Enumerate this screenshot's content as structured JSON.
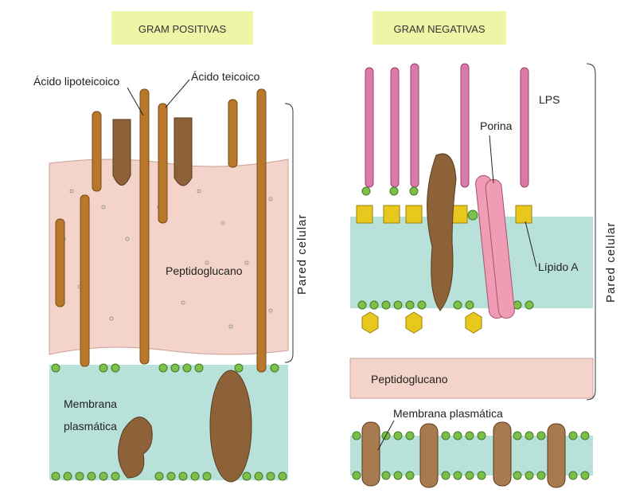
{
  "gram_positive": {
    "title": "GRAM POSITIVAS",
    "labels": {
      "lipoteichoic": "Ácido lipoteicoico",
      "teichoic": "Ácido teicoico",
      "peptidoglycan": "Peptidoglucano",
      "membrane_line1": "Membrana",
      "membrane_line2": "plasmática",
      "cell_wall": "Pared celular"
    }
  },
  "gram_negative": {
    "title": "GRAM NEGATIVAS",
    "labels": {
      "lps": "LPS",
      "porin": "Porina",
      "lipid_a": "Lípido A",
      "peptidoglycan": "Peptidoglucano",
      "membrane": "Membrana plasmática",
      "cell_wall": "Pared celular"
    }
  },
  "colors": {
    "header_bg": "#eef5a6",
    "peptidoglycan": "#f3d3ca",
    "membrane": "#b8e2d9",
    "teichoic": "#b8772a",
    "protein": "#8d6238",
    "lipid_head": "#7cc04a",
    "lps_chain": "#d97aa8",
    "lipid_a": "#e8c81c",
    "porin": "#ef9cb4"
  }
}
